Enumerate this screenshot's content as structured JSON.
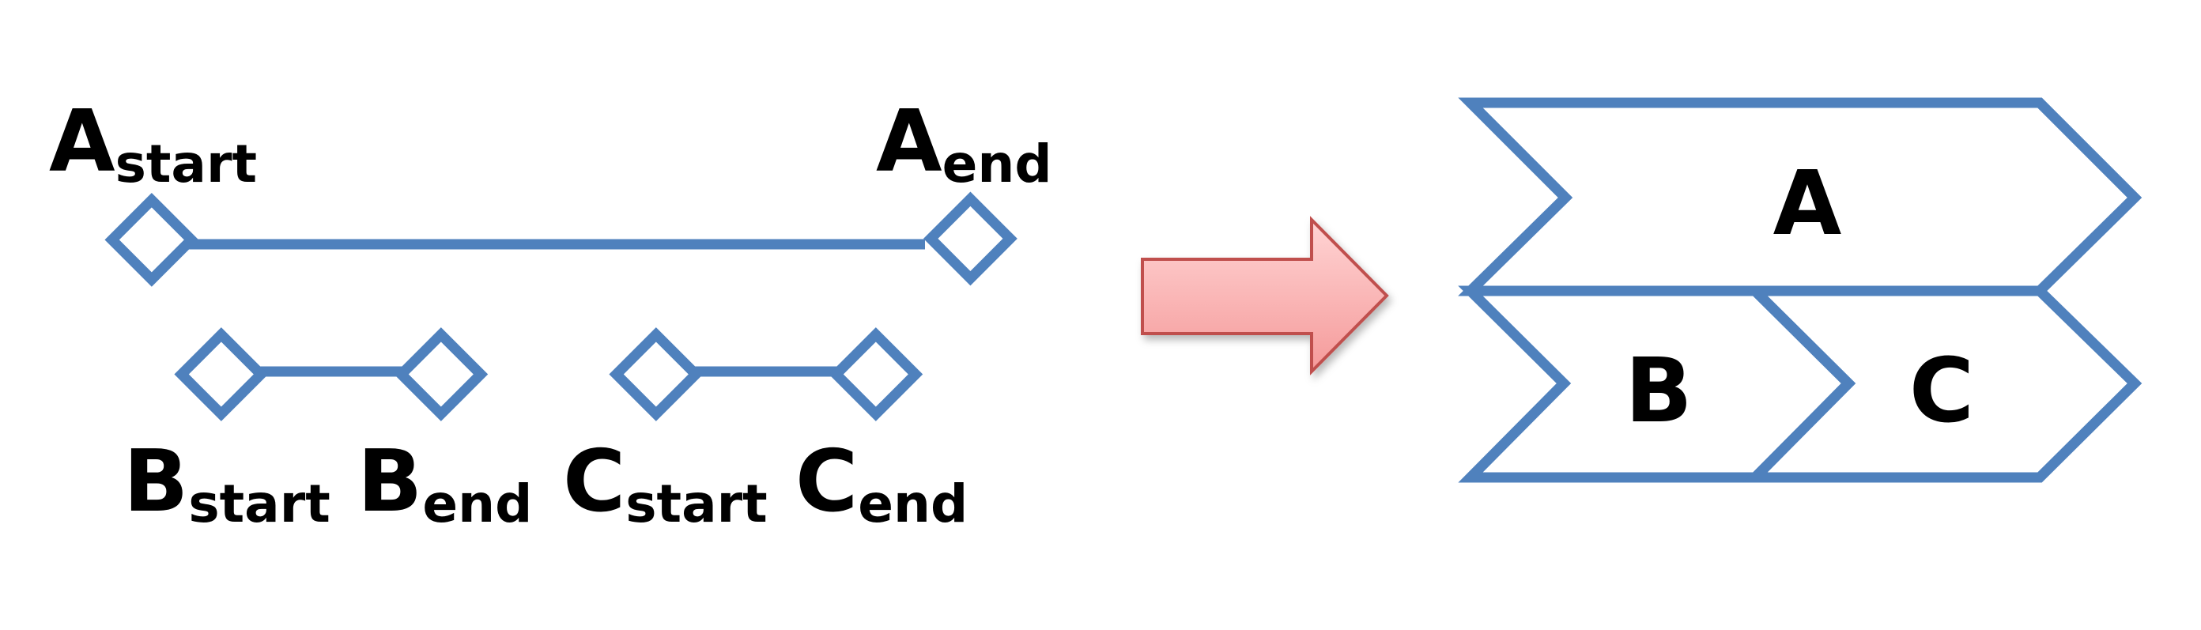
{
  "colors": {
    "stroke": "#4F81BD",
    "arrow_fill_top": "#FFD4D4",
    "arrow_fill_bottom": "#F59A9A",
    "arrow_stroke": "#C0504D",
    "text": "#000000"
  },
  "intervals": {
    "a": {
      "letter": "A",
      "start_sub": "start",
      "end_sub": "end"
    },
    "b": {
      "letter": "B",
      "start_sub": "start",
      "end_sub": "end"
    },
    "c": {
      "letter": "C",
      "start_sub": "start",
      "end_sub": "end"
    }
  },
  "chevrons": {
    "a_label": "A",
    "b_label": "B",
    "c_label": "C"
  }
}
